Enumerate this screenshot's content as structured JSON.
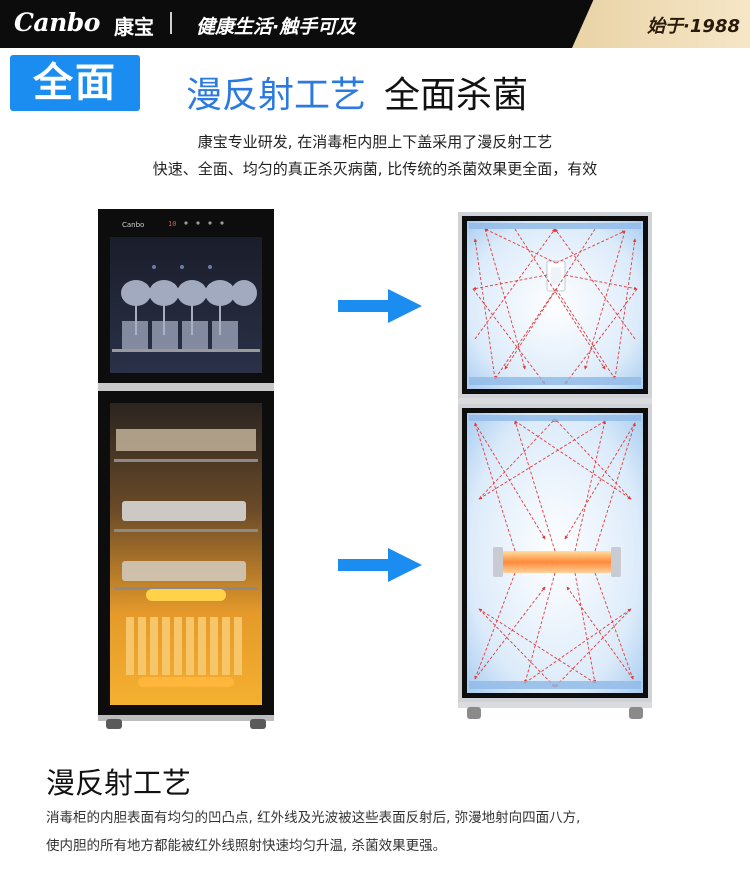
{
  "header": {
    "brand_latin": "Canbo",
    "brand_cn": "康宝",
    "separator": "|",
    "slogan": "健康生活·触手可及",
    "since": "始于·1988"
  },
  "badge": {
    "text": "全面"
  },
  "headline": {
    "part1": "漫反射工艺",
    "part2": "全面杀菌"
  },
  "subtitle": {
    "line1": "康宝专业研发, 在消毒柜内胆上下盖采用了漫反射工艺",
    "line2": "快速、全面、均匀的真正杀灭病菌, 比传统的杀菌效果更全面，有效"
  },
  "product_left": {
    "logo": "Canbo",
    "display": "10"
  },
  "colors": {
    "accent_blue": "#1b8cf0",
    "ray_red": "#e23b3b",
    "header_bg": "#0c0c0c",
    "gold": "#e9d3a6"
  },
  "section": {
    "title": "漫反射工艺",
    "desc_line1": "消毒柜的内胆表面有均匀的凹凸点, 红外线及光波被这些表面反射后, 弥漫地射向四面八方,",
    "desc_line2": "使内胆的所有地方都能被红外线照射快速均匀升温, 杀菌效果更强。"
  }
}
